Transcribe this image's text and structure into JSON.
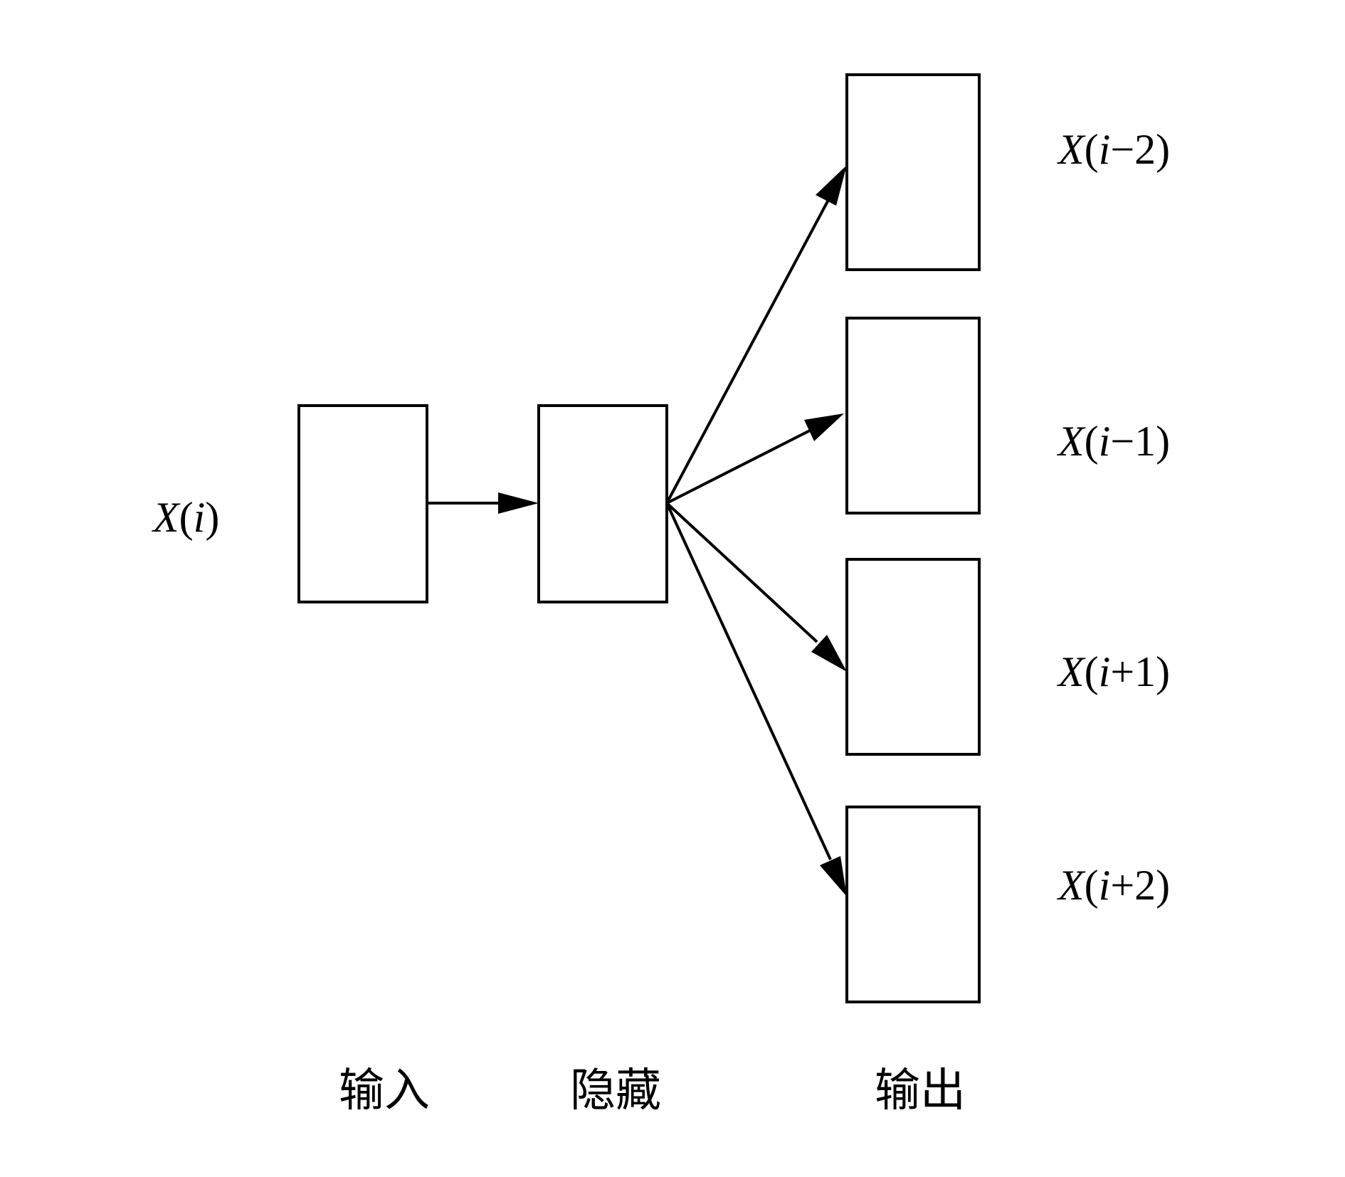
{
  "input_label": {
    "var": "X",
    "open": "(",
    "idx": "i",
    "close": ")"
  },
  "output_labels": [
    {
      "var": "X",
      "open": "(",
      "idx": "i",
      "rest": "−2)"
    },
    {
      "var": "X",
      "open": "(",
      "idx": "i",
      "rest": "−1)"
    },
    {
      "var": "X",
      "open": "(",
      "idx": "i",
      "rest": "+1)"
    },
    {
      "var": "X",
      "open": "(",
      "idx": "i",
      "rest": "+2)"
    }
  ],
  "layer_labels": {
    "input": "输入",
    "hidden": "隐藏",
    "output": "输出"
  },
  "colors": {
    "stroke": "#000000",
    "background": "#ffffff"
  }
}
